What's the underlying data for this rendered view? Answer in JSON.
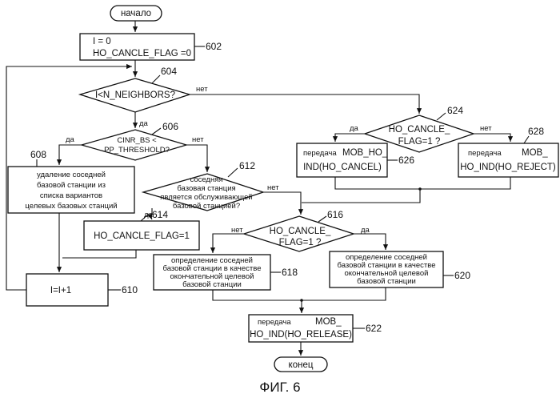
{
  "figure_caption": "ФИГ. 6",
  "start": "начало",
  "end": "конец",
  "yes": "да",
  "no": "нет",
  "steps": {
    "s602": {
      "ref": "602",
      "l1": "I = 0",
      "l2": "HO_CANCLE_FLAG =0"
    },
    "s604": {
      "ref": "604",
      "l1": "I<N_NEIGHBORS?"
    },
    "s606": {
      "ref": "606",
      "l1": "CINR_BS <",
      "l2": "PP_THRESHOLD?"
    },
    "s608": {
      "ref": "608",
      "l1": "удаление соседней",
      "l2": "базовой станции из",
      "l3": "списка вариантов",
      "l4": "целевых базовых станций"
    },
    "s610": {
      "ref": "610",
      "l1": "I=I+1"
    },
    "s612": {
      "ref": "612",
      "l1": "соседняя",
      "l2": "базовая станция",
      "l3": "является обслуживающей",
      "l4": "базовой станцией?"
    },
    "s614": {
      "ref": "614",
      "l1": "HO_CANCLE_FLAG=1"
    },
    "s616": {
      "ref": "616",
      "l1": "HO_CANCLE_",
      "l2": "FLAG=1 ?"
    },
    "s618": {
      "ref": "618",
      "l1": "определение соседней",
      "l2": "базовой станции в качестве",
      "l3": "окончательной целевой",
      "l4": "базовой станции"
    },
    "s620": {
      "ref": "620",
      "l1": "определение соседней",
      "l2": "базовой станции в качестве",
      "l3": "окончательной целевой",
      "l4": "базовой станции"
    },
    "s622": {
      "ref": "622",
      "l1a": "передача",
      "l1b": "MOB_",
      "l2": "HO_IND(HO_RELEASE)"
    },
    "s624": {
      "ref": "624",
      "l1": "HO_CANCLE_",
      "l2": "FLAG=1 ?"
    },
    "s626": {
      "ref": "626",
      "l1a": "передача",
      "l1b": "MOB_HO_",
      "l2": "IND(HO_CANCEL)"
    },
    "s628": {
      "ref": "628",
      "l1a": "передача",
      "l1b": "MOB_",
      "l2": "HO_IND(HO_REJECT)"
    }
  }
}
